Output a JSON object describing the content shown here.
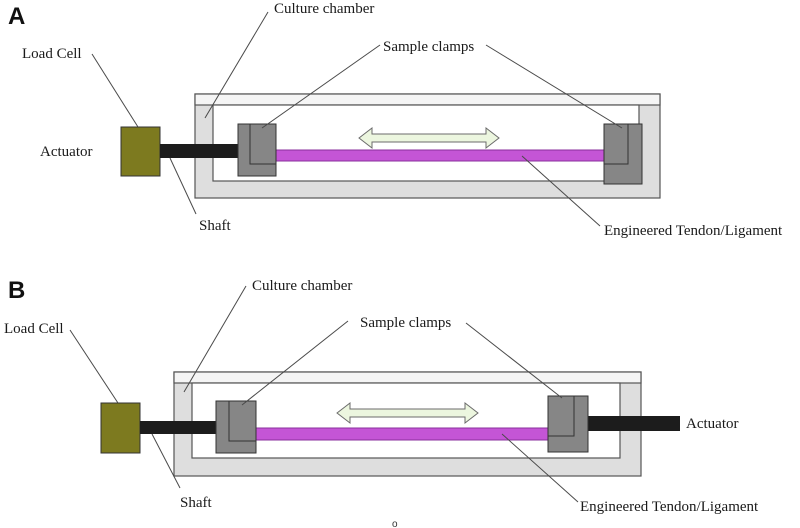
{
  "panels": [
    {
      "letter": "A",
      "labels": {
        "culture_chamber": "Culture chamber",
        "load_cell": "Load Cell",
        "sample_clamps": "Sample clamps",
        "actuator": "Actuator",
        "shaft": "Shaft",
        "engineered": "Engineered Tendon/Ligament"
      }
    },
    {
      "letter": "B",
      "labels": {
        "culture_chamber": "Culture chamber",
        "load_cell": "Load Cell",
        "sample_clamps": "Sample clamps",
        "actuator": "Actuator",
        "shaft": "Shaft",
        "engineered": "Engineered Tendon/Ligament"
      }
    }
  ],
  "footer_mark": "o",
  "colors": {
    "load_cell": "#7d7a1f",
    "shaft": "#1c1c1c",
    "chamber_fill": "#dedede",
    "chamber_stroke": "#555555",
    "clamp": "#868686",
    "clamp_inner": "#9a9a9a",
    "tendon": "#c455d6",
    "tendon_edge": "#8a2f9c",
    "arrow_fill": "#ecf6df",
    "arrow_stroke": "#6b6b6b"
  }
}
